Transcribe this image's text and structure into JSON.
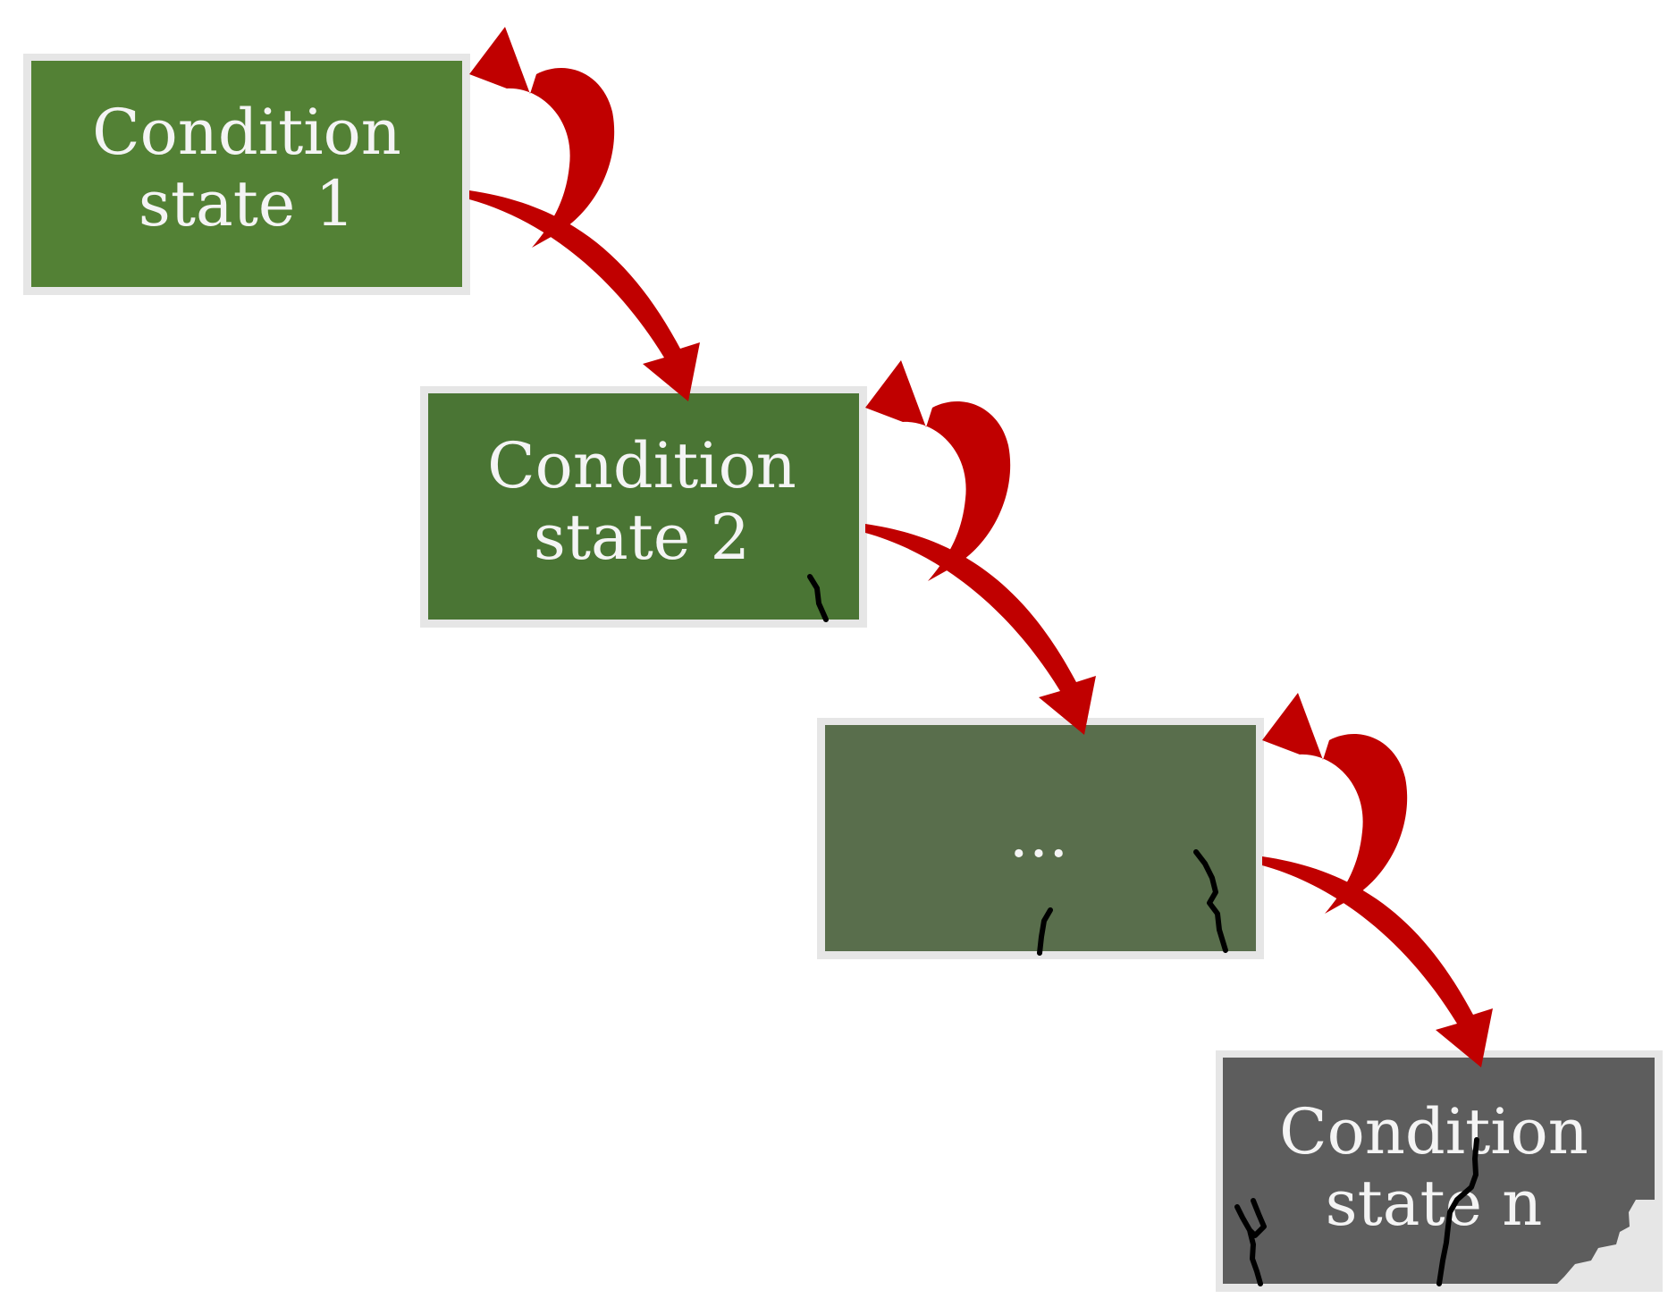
{
  "diagram": {
    "colors": {
      "state_1": "#538135",
      "state_2": "#4a7534",
      "state_mid": "#596e4c",
      "state_n": "#5d5d5d",
      "arrow": "#c00000",
      "border": "#e6e6e6",
      "crack": "#000000",
      "label": "#f4f4f4"
    },
    "states": [
      {
        "line1": "Condition",
        "line2": "state 1"
      },
      {
        "line1": "Condition",
        "line2": "state 2"
      },
      {
        "line1": "..."
      },
      {
        "line1": "Condition",
        "line2": "state n"
      }
    ],
    "arrow_icon": "curved-arrow-icon",
    "crack_icon": "crack-icon"
  }
}
